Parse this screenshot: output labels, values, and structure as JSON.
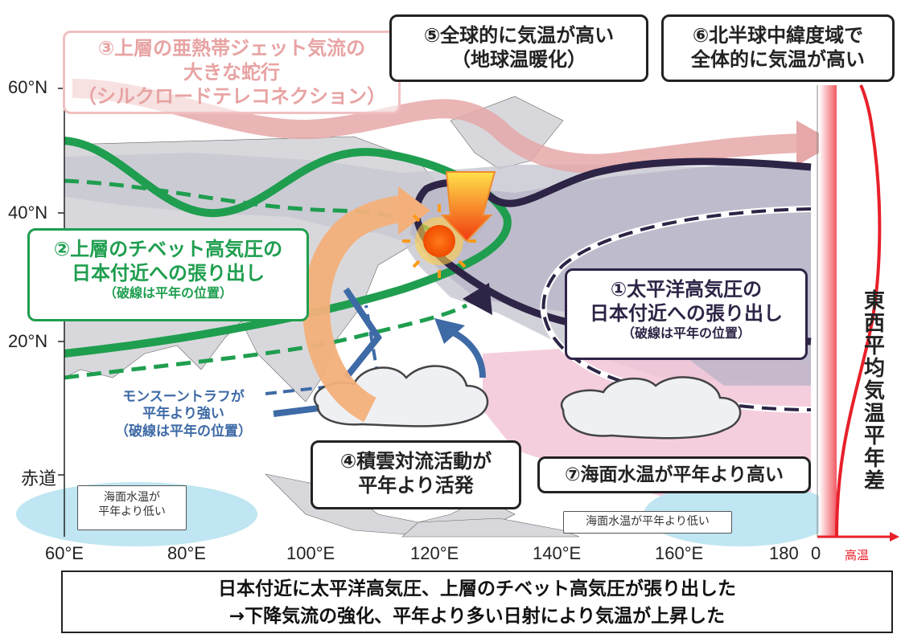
{
  "axes": {
    "lat_labels": [
      "60°N",
      "40°N",
      "20°N",
      "赤道"
    ],
    "lon_labels": [
      "60°E",
      "80°E",
      "100°E",
      "120°E",
      "140°E",
      "160°E",
      "180"
    ]
  },
  "labels": {
    "jet": [
      "③上層の亜熱帯ジェット気流の",
      "大きな蛇行",
      "（シルクロードテレコネクション）"
    ],
    "global_warming": [
      "⑤全球的に気温が高い",
      "（地球温暖化）"
    ],
    "nh_midlat": [
      "⑥北半球中緯度域で",
      "全体的に気温が高い"
    ],
    "tibet": [
      "②上層のチベット高気圧の",
      "日本付近への張り出し",
      "（破線は平年の位置）"
    ],
    "pacific": [
      "①太平洋高気圧の",
      "日本付近への張り出し",
      "（破線は平年の位置）"
    ],
    "monsoon": [
      "モンスーントラフが",
      "平年より強い",
      "（破線は平年の位置）"
    ],
    "convection": [
      "④積雲対流活動が",
      "平年より活発"
    ],
    "sst_high": "⑦海面水温が平年より高い",
    "sst_low_left": [
      "海面水温が",
      "平年より低い"
    ],
    "sst_low_right": "海面水温が平年より低い",
    "side_panel_title": "東西平均気温平年差",
    "side_zero": "0",
    "side_warm": "高温"
  },
  "conclusion": [
    "日本付近に太平洋高気圧、上層のチベット高気圧が張り出した",
    "→下降気流の強化、平年より多い日射により気温が上昇した"
  ],
  "colors": {
    "tibet_green": "#1f9e4f",
    "pacific_purple": "#2e2446",
    "jet_pink": "#e6a8a8",
    "monsoon_blue": "#3e6aa6",
    "heat_orange": "#f08a30",
    "warm_red": "#e8202a",
    "sst_pink": "#f3c6d8",
    "sst_blue": "#bfe6f2",
    "land_gray": "#d4d4d8",
    "high_shade": "#c3c3cf"
  }
}
